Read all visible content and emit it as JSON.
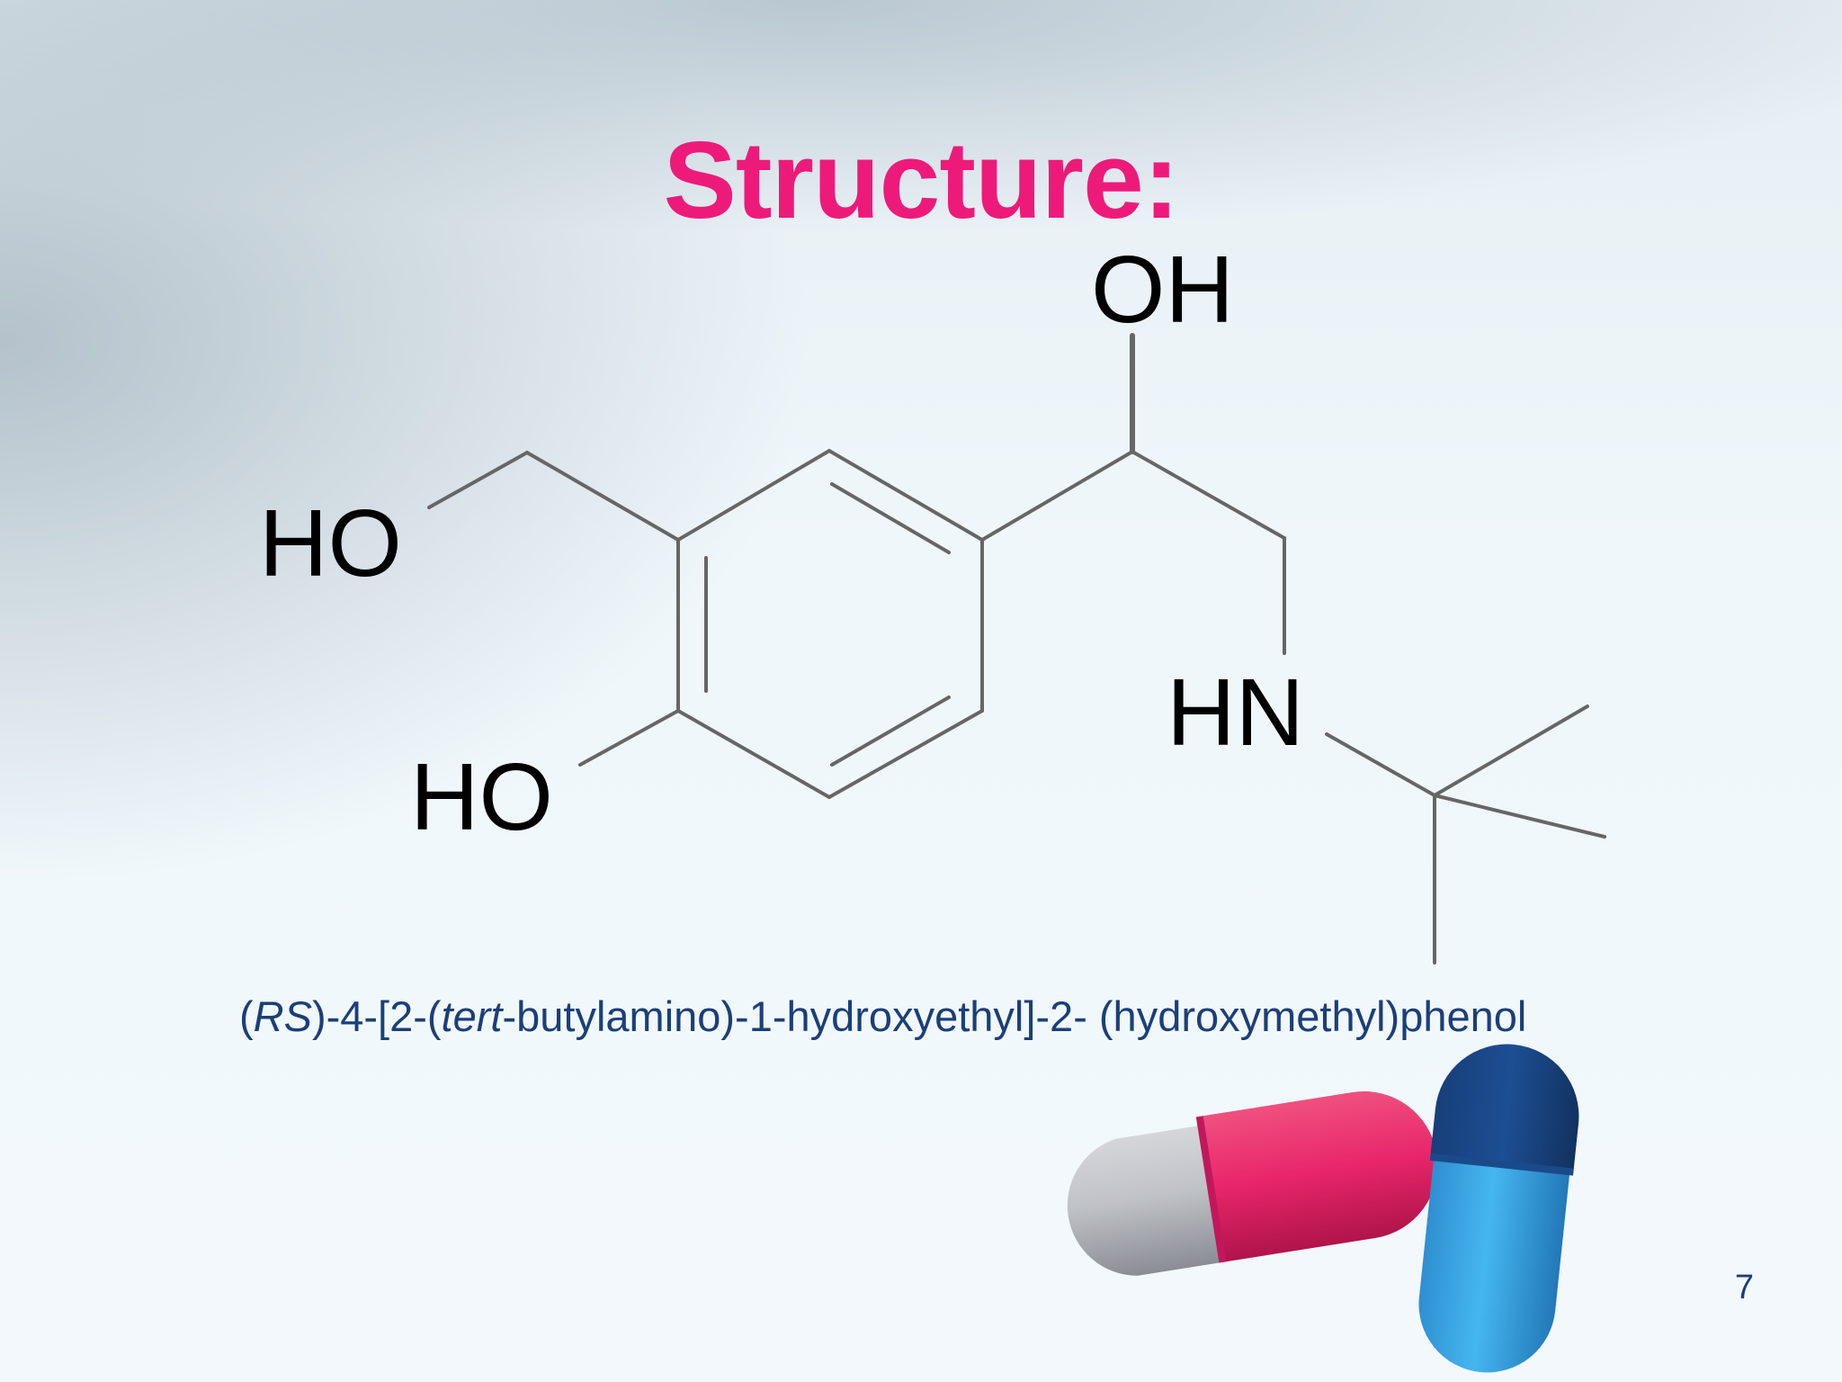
{
  "slide": {
    "title": "Structure:",
    "iupac_name": {
      "part1": "(",
      "part2": "RS",
      "part3": ")-4-[2-(",
      "part4": "tert",
      "part5": "-butylamino)-1-hydroxyethyl]-2- (hydroxymethyl)phenol"
    },
    "page_number": "7"
  },
  "structure": {
    "atom_labels": {
      "oh_top": "OH",
      "ho_left": "HO",
      "ho_bottom": "HO",
      "hn": "HN"
    }
  },
  "colors": {
    "title": "#ee1a7a",
    "iupac_text": "#1b3f78",
    "pill_pink": "#e8256a",
    "pill_gray": "#b9bcc1",
    "pill_dark_blue": "#1d4e93",
    "pill_light_blue": "#3aaeea"
  }
}
